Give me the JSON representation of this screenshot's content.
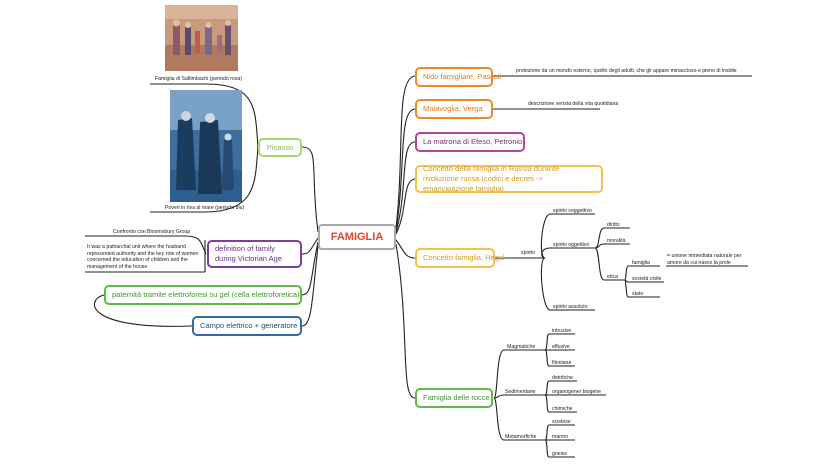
{
  "central": "FAMIGLIA",
  "colors": {
    "orange": "#f08a26",
    "magenta": "#b5449a",
    "yellow": "#f2c14e",
    "green": "#5fb84a",
    "lime": "#a6d96a",
    "purple": "#7b3fa0",
    "blue": "#2e6da4",
    "central_text": "#e5452a"
  },
  "pictures": {
    "picasso_rose": {
      "caption": "Famiglia di Saltimbachi (periodo rosa)"
    },
    "picasso_blue": {
      "caption": "Poveri in riva al mare (periodo blu)"
    }
  },
  "left": {
    "picasso": "Picasso",
    "victorian": {
      "label": "definition of family during Victorian Age",
      "notes": [
        "Confronto con Bloomsbury Group",
        "It was a patriarchal unit where the husband represented authority and the key role of women concerned the education of children and the management of the house"
      ]
    },
    "paternita": "paternità tramite elettroforesi su gel (cella elettroforetica)",
    "campo": "Campo elettrico + generatore"
  },
  "right": {
    "nido": {
      "label": "Nido famigliare, Pascoli",
      "note": "protezione da un mondo esterno, quello degli adulti, che gli appare minaccioso e pieno di insidie"
    },
    "malavoglia": {
      "label": "Malavoglia, Verga",
      "note": "descrizione verista della vita quotidiana"
    },
    "matrona": {
      "label": "La matrona di Efeso, Petronio"
    },
    "russia": {
      "label": "Concetto della famiglia in Russia durante rivoluzione russa (codici e decreti -> emancipazione famiglia)"
    },
    "hegel": {
      "label": "Concetto famiglia, Hegel",
      "spirito": "spirito",
      "soggettivo": "spirito soggettivo",
      "oggettivo": "spirito oggettivo",
      "assoluto": "spirito assoluto",
      "diritto": "diritto",
      "moralita": "moralità",
      "etica": "etica",
      "famiglia": "famiglia",
      "famiglia_note": "= unione immediata naturale per amore da cui nasce la prole",
      "societa": "società civile",
      "stato": "stato"
    },
    "rocce": {
      "label": "Famiglia delle rocce",
      "magmatiche": "Magmatiche",
      "intrusive": "intrusive",
      "effusive": "effusive",
      "filoniane": "filoniane",
      "sedimentarie": "Sedimentarie",
      "detritiche": "detritiche",
      "organogene": "organogene/ biogene",
      "chimiche": "chimiche",
      "metamorfiche": "Metamorfiche",
      "scistose": "scistose",
      "marmo": "marmo",
      "gneiss": "gneiss"
    }
  }
}
